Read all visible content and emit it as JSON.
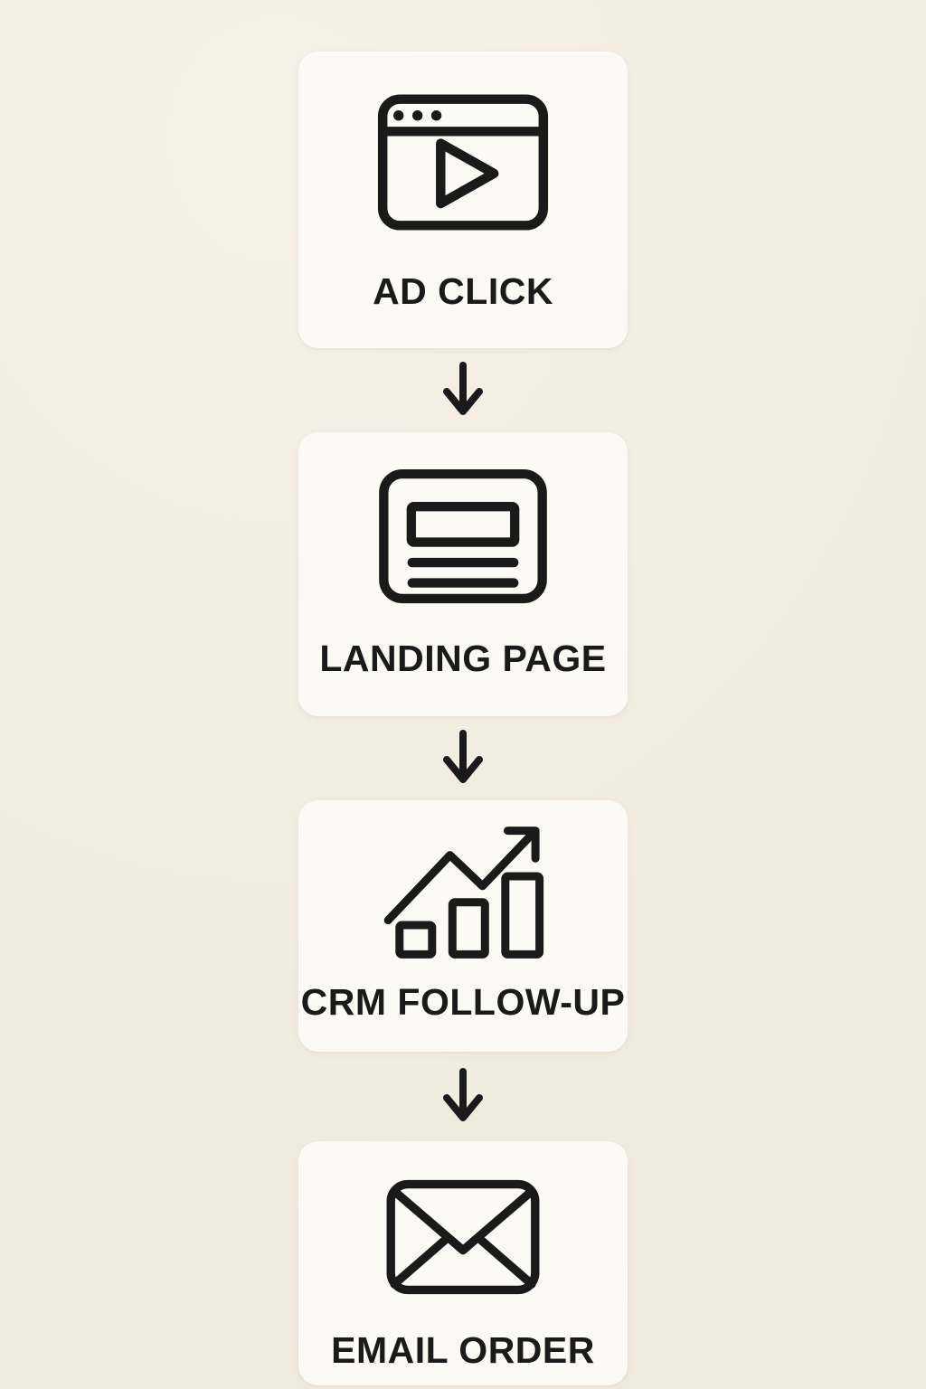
{
  "page": {
    "background_color": "#f2ede1",
    "card_color": "#fcfaf4",
    "ink_color": "#1a1a1a",
    "type": "vertical-marketing-funnel-flowchart"
  },
  "flow": {
    "steps": [
      {
        "label": "AD CLICK",
        "icon": "browser-video-ad-icon"
      },
      {
        "label": "LANDING PAGE",
        "icon": "landing-page-layout-icon"
      },
      {
        "label": "CRM FOLLOW-UP",
        "icon": "growth-chart-icon"
      },
      {
        "label": "EMAIL ORDER",
        "icon": "envelope-icon"
      }
    ],
    "connector_icon": "down-arrow-icon"
  }
}
